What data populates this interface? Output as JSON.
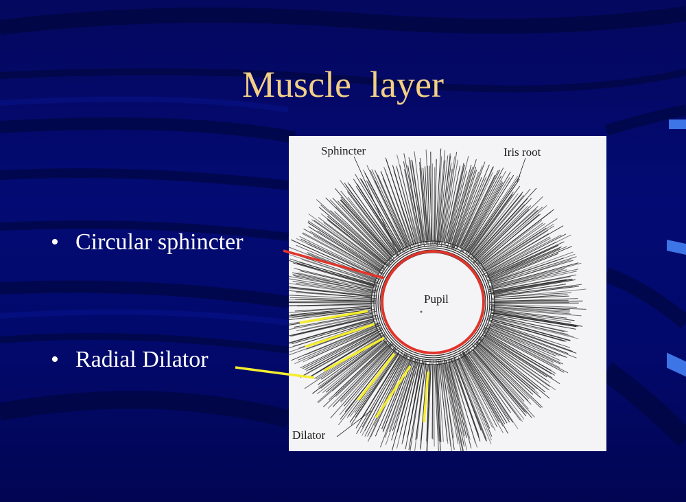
{
  "slide": {
    "title": "Muscle  layer",
    "bullets": [
      {
        "text": "Circular sphincter"
      },
      {
        "text": "Radial Dilator"
      }
    ]
  },
  "figure": {
    "labels": {
      "sphincter": "Sphincter",
      "iris_root": "Iris root",
      "pupil": "Pupil",
      "dilator": "Dilator"
    }
  },
  "colors": {
    "background": "#030a73",
    "title": "#f2cf86",
    "bullet_text": "#ffffff",
    "sphincter_pointer": "#e0352b",
    "dilator_pointer": "#f5ee2e",
    "edge_accent": "#3d74e6"
  }
}
